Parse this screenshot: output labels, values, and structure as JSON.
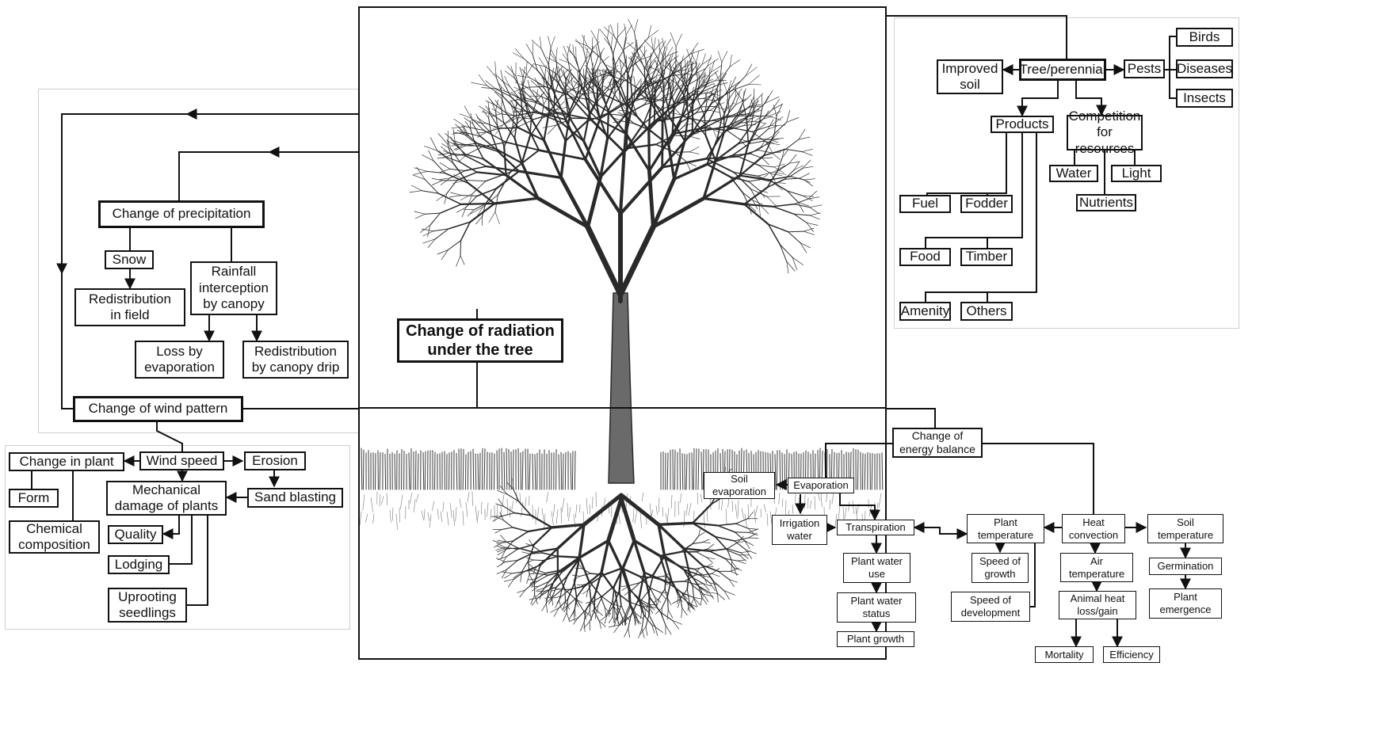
{
  "nodes": {
    "change_of_precipitation": "Change of precipitation",
    "snow": "Snow",
    "redistribution_in_field": "Redistribution\nin field",
    "rainfall_interception": "Rainfall\ninterception\nby canopy",
    "loss_by_evaporation": "Loss by\nevaporation",
    "redistribution_by_canopy_drip": "Redistribution\nby canopy drip",
    "change_of_wind_pattern": "Change of wind pattern",
    "change_of_radiation": "Change of radiation\nunder the tree",
    "change_in_plant": "Change in plant",
    "wind_speed": "Wind speed",
    "erosion": "Erosion",
    "form": "Form",
    "chemical_composition": "Chemical\ncomposition",
    "mechanical_damage": "Mechanical\ndamage of plants",
    "sand_blasting": "Sand blasting",
    "quality": "Quality",
    "lodging": "Lodging",
    "uprooting_seedlings": "Uprooting\nseedlings",
    "improved_soil": "Improved\nsoil",
    "tree_perennial": "Tree/perennial",
    "pests": "Pests",
    "birds": "Birds",
    "diseases": "Diseases",
    "insects": "Insects",
    "products": "Products",
    "competition": "Competition\nfor resources",
    "water": "Water",
    "light": "Light",
    "nutrients": "Nutrients",
    "fuel": "Fuel",
    "fodder": "Fodder",
    "food": "Food",
    "timber": "Timber",
    "amenity": "Amenity",
    "others": "Others",
    "change_of_energy_balance": "Change of\nenergy balance",
    "soil_evaporation": "Soil\nevaporation",
    "evaporation": "Evaporation",
    "irrigation_water": "Irrigation\nwater",
    "transpiration": "Transpiration",
    "plant_water_use": "Plant water\nuse",
    "plant_water_status": "Plant water\nstatus",
    "plant_growth": "Plant growth",
    "plant_temperature": "Plant\ntemperature",
    "speed_of_growth": "Speed of\ngrowth",
    "speed_of_development": "Speed of\ndevelopment",
    "heat_convection": "Heat\nconvection",
    "air_temperature": "Air\ntemperature",
    "animal_heat": "Animal heat\nloss/gain",
    "mortality": "Mortality",
    "efficiency": "Efficiency",
    "soil_temperature": "Soil\ntemperature",
    "germination": "Germination",
    "plant_emergence": "Plant\nemergence"
  },
  "colors": {
    "line": "#111111",
    "tree": "#2a2a2a",
    "crop": "#3a3a3a",
    "panel_border": "#cfcfcf"
  },
  "icons": {
    "illustration": "tree-with-roots-and-crop-illustration"
  }
}
